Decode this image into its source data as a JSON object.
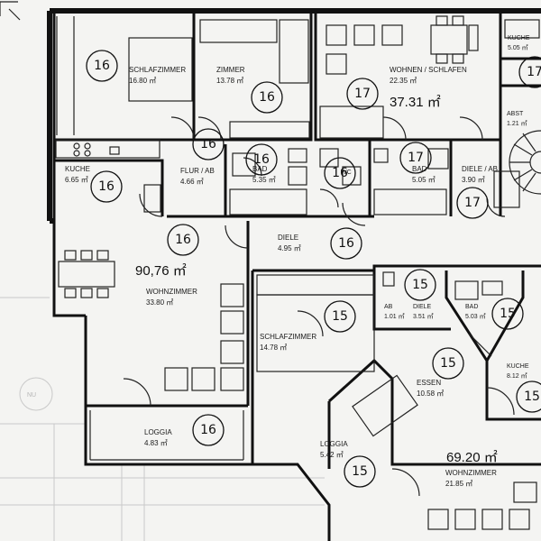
{
  "plan": {
    "apartments": [
      {
        "id": "16",
        "total_area": "90,76 ㎡"
      },
      {
        "id": "17",
        "total_area": "37.31 ㎡"
      },
      {
        "id": "15",
        "total_area": "69.20 ㎡"
      }
    ],
    "rooms": [
      {
        "name": "SCHLAFZIMMER",
        "area": "16.80 ㎡",
        "unit": "16"
      },
      {
        "name": "ZIMMER",
        "area": "13.78 ㎡",
        "unit": "16"
      },
      {
        "name": "WOHNEN / SCHLAFEN",
        "area": "22.35 ㎡",
        "unit": "17"
      },
      {
        "name": "KUCHE",
        "area": "5.05 ㎡",
        "unit": "17"
      },
      {
        "name": "ABST",
        "area": "1.21 ㎡",
        "unit": "17"
      },
      {
        "name": "KUCHE",
        "area": "6.65 ㎡",
        "unit": "16"
      },
      {
        "name": "FLUR / AB",
        "area": "4.66 ㎡",
        "unit": "16"
      },
      {
        "name": "BAD",
        "area": "5.35 ㎡",
        "unit": "16"
      },
      {
        "name": "WC",
        "area": "",
        "unit": "16"
      },
      {
        "name": "BAD",
        "area": "5.05 ㎡",
        "unit": "17"
      },
      {
        "name": "DIELE / AB",
        "area": "3.90 ㎡",
        "unit": "17"
      },
      {
        "name": "DIELE",
        "area": "4.95 ㎡",
        "unit": "16"
      },
      {
        "name": "WOHNZIMMER",
        "area": "33.80 ㎡",
        "unit": "16"
      },
      {
        "name": "SCHLAFZIMMER",
        "area": "14.78 ㎡",
        "unit": "15"
      },
      {
        "name": "AB",
        "area": "1.01 ㎡",
        "unit": "15"
      },
      {
        "name": "DIELE",
        "area": "3.51 ㎡",
        "unit": "15"
      },
      {
        "name": "BAD",
        "area": "5.03 ㎡",
        "unit": "15"
      },
      {
        "name": "KUCHE",
        "area": "8.12 ㎡",
        "unit": "15"
      },
      {
        "name": "ESSEN",
        "area": "10.58 ㎡",
        "unit": "15"
      },
      {
        "name": "LOGGIA",
        "area": "4.83 ㎡",
        "unit": "16"
      },
      {
        "name": "LOGGIA",
        "area": "5.42 ㎡",
        "unit": "15"
      },
      {
        "name": "WOHNZIMMER",
        "area": "21.85 ㎡",
        "unit": "15"
      }
    ],
    "side_marker": "NU",
    "colors": {
      "ink": "#111111",
      "paper": "#f4f4f2",
      "faint": "#c9c9c9"
    }
  }
}
